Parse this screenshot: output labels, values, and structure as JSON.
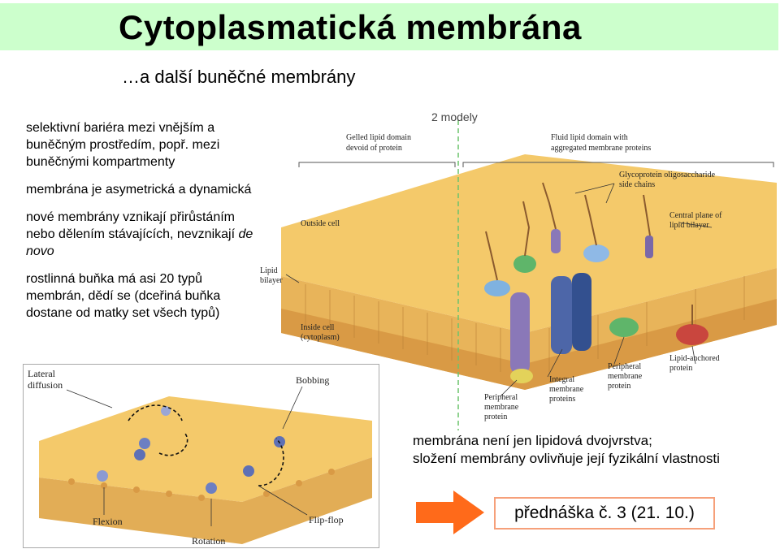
{
  "title": "Cytoplasmatická membrána",
  "subtitle": "…a další buněčné membrány",
  "bullets": [
    {
      "text": "selektivní bariéra mezi vnějším a buněčným prostředím, popř. mezi buněčnými kompartmenty"
    },
    {
      "text": "membrána je asymetrická a dynamická"
    },
    {
      "text": "nové membrány vznikají přirůstáním nebo dělením stávajících, nevznikají ",
      "emphasis": "de novo"
    },
    {
      "text": "rostlinná buňka má asi 20 typů membrán, dědí se (dceřiná buňka dostane od matky set všech typů)"
    }
  ],
  "figure_top": {
    "models_label": "2 modely",
    "labels": {
      "gelled": [
        "Gelled lipid domain",
        "devoid of protein"
      ],
      "fluid": [
        "Fluid lipid domain with",
        "aggregated membrane proteins"
      ],
      "glyco": [
        "Glycoprotein oligosaccharide",
        "side chains"
      ],
      "central": [
        "Central plane of",
        "lipid bilayer"
      ],
      "outside": "Outside cell",
      "lipid": [
        "Lipid",
        "bilayer"
      ],
      "inside": [
        "Inside cell",
        "(cytoplasm)"
      ],
      "integral": [
        "Integral",
        "membrane",
        "proteins"
      ],
      "peripheral1": [
        "Peripheral",
        "membrane",
        "protein"
      ],
      "peripheral2": [
        "Peripheral",
        "membrane",
        "protein"
      ],
      "anchored": [
        "Lipid-anchored",
        "protein"
      ]
    }
  },
  "figure_bottom": {
    "labels": {
      "lateral": [
        "Lateral",
        "diffusion"
      ],
      "bobbing": "Bobbing",
      "flexion": "Flexion",
      "rotation": "Rotation",
      "flipflop": "Flip-flop"
    }
  },
  "caption": {
    "line1": "membrána není jen lipidová dvojvrstva;",
    "line2": "složení membrány ovlivňuje její fyzikální vlastnosti"
  },
  "lecture": "přednáška č. 3 (21. 10.)",
  "colors": {
    "banner": "#ccffcc",
    "arrow": "#ff6a1a",
    "box_border": "#f6a07a"
  }
}
